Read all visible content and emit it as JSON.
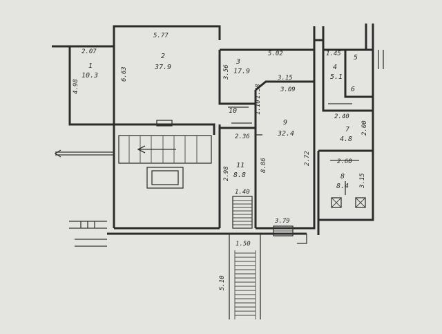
{
  "plan": {
    "rooms": [
      {
        "id": "1",
        "number": "1",
        "area": "10.3",
        "dims": [
          "2.07",
          "4.98"
        ]
      },
      {
        "id": "2",
        "number": "2",
        "area": "37.9",
        "dims": [
          "5.77",
          "6.63"
        ]
      },
      {
        "id": "3",
        "number": "3",
        "area": "17.9",
        "dims": [
          "5.02",
          "3.56"
        ]
      },
      {
        "id": "4",
        "number": "4",
        "area": "5.1",
        "dims": [
          "1.45"
        ]
      },
      {
        "id": "5",
        "number": "5",
        "area": "",
        "dims": []
      },
      {
        "id": "6",
        "number": "6",
        "area": "",
        "dims": []
      },
      {
        "id": "7",
        "number": "7",
        "area": "4.8",
        "dims": [
          "2.40",
          "2.00"
        ]
      },
      {
        "id": "8",
        "number": "8",
        "area": "8.4",
        "dims": [
          "2.60",
          "3.15"
        ]
      },
      {
        "id": "9",
        "number": "9",
        "area": "32.4",
        "dims": [
          "3.15",
          "3.09",
          "2.72",
          "3.79",
          "8.86"
        ]
      },
      {
        "id": "10",
        "number": "10",
        "area": "",
        "dims": [
          "1.38"
        ]
      },
      {
        "id": "11",
        "number": "11",
        "area": "8.8",
        "dims": [
          "2.36",
          "2.98"
        ]
      }
    ],
    "extra_dims": [
      "1.10",
      "1.40",
      "1.50",
      "5.10"
    ]
  }
}
